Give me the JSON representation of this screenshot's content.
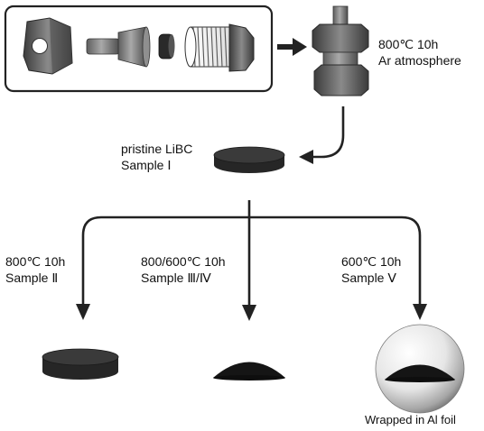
{
  "top_process": {
    "condition_line1": "800℃ 10h",
    "condition_line2": "Ar atmosphere"
  },
  "pristine": {
    "line1": "pristine LiBC",
    "line2": "Sample Ⅰ"
  },
  "branches": [
    {
      "line1": "800℃ 10h",
      "line2": "Sample Ⅱ"
    },
    {
      "line1": "800/600℃ 10h",
      "line2": "Sample Ⅲ/Ⅳ"
    },
    {
      "line1": "600℃ 10h",
      "line2": "Sample Ⅴ"
    }
  ],
  "foil_caption": "Wrapped in Al foil",
  "colors": {
    "frame": "#222222",
    "arrow": "#222222",
    "gray_metal": "#7a7a7a",
    "dark_metal": "#4a4a4a",
    "pellet": "#2b2b2b",
    "powder": "#151515"
  }
}
